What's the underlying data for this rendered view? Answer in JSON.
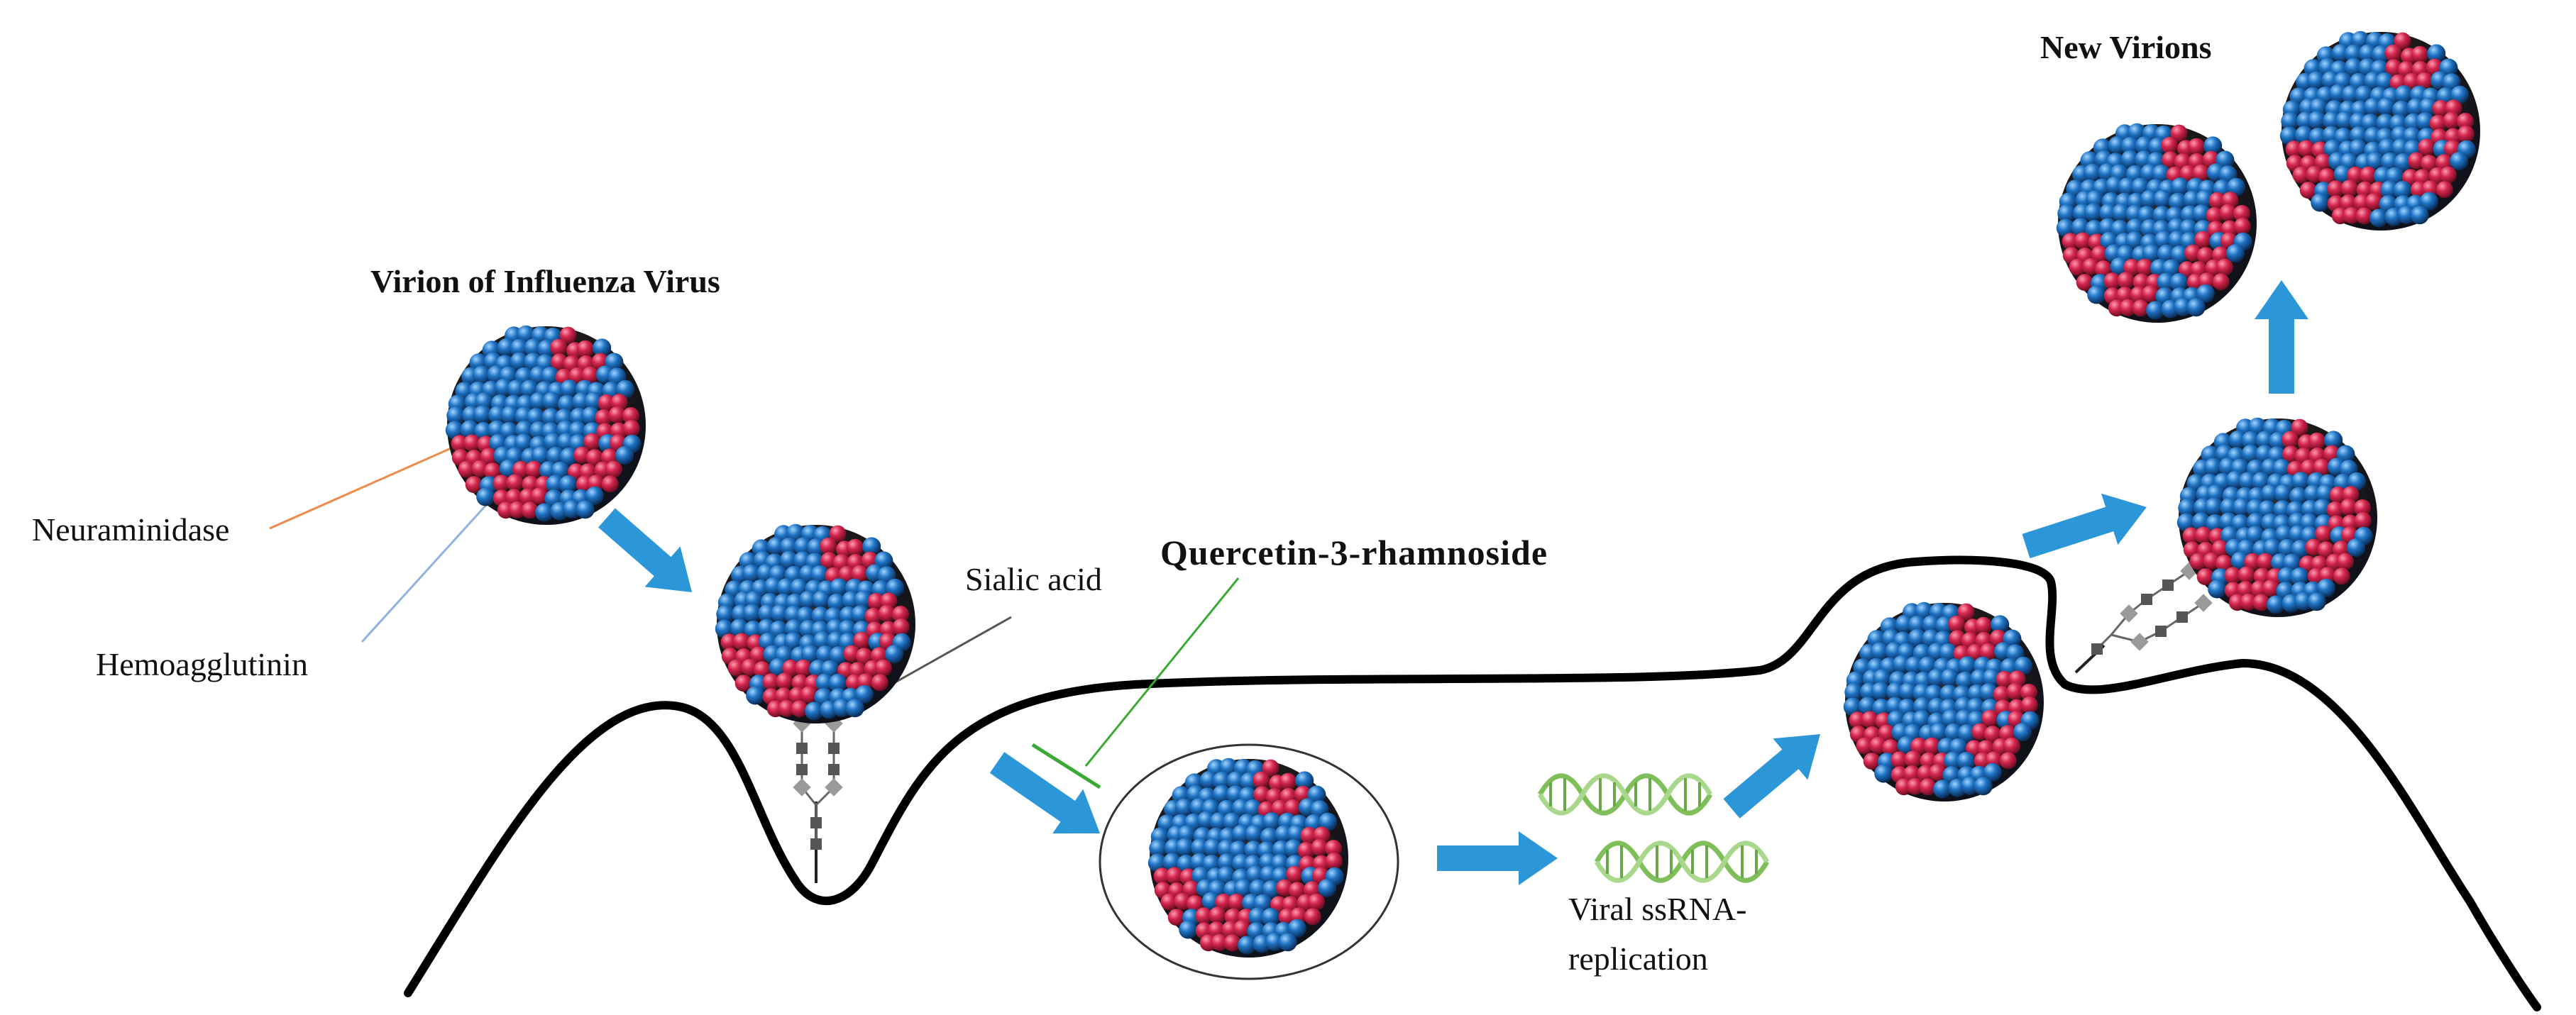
{
  "labels": {
    "virion_title": "Virion of Influenza Virus",
    "new_virions": "New Virions",
    "neuraminidase": "Neuraminidase",
    "hemoagglutinin": "Hemoagglutinin",
    "sialic_acid": "Sialic acid",
    "inhibitor": "Quercetin-3-rhamnoside",
    "replication_line1": "Viral ssRNA-",
    "replication_line2": "replication"
  },
  "colors": {
    "shell": "#141c2a",
    "hemagglutinin": "#1f73c4",
    "neuraminidase": "#d4264e",
    "arrow": "#2b97d8",
    "membrane": "#000000",
    "neuraminidase_leader": "#f08a4b",
    "hemoagglutinin_leader": "#8fb0e0",
    "inhibitor_line": "#3aaa35",
    "rna": "#7fbf5a",
    "glycan_square": "#555555",
    "glycan_diamond": "#9a9a9a"
  },
  "icons": [
    "virion-icon",
    "arrow-icon",
    "sialic-acid-chain-icon",
    "rna-strand-icon",
    "inhibition-icon"
  ]
}
